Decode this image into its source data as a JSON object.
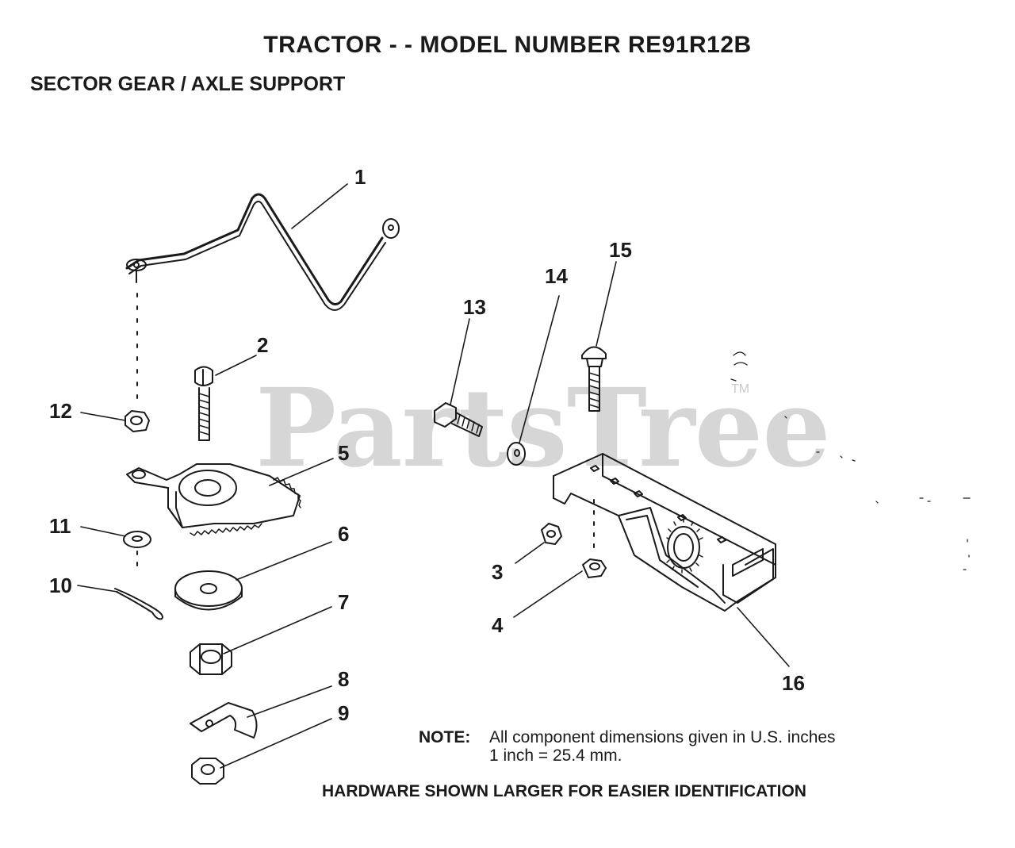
{
  "header": {
    "title": "TRACTOR - - MODEL NUMBER RE91R12B",
    "subtitle": "SECTOR GEAR / AXLE SUPPORT"
  },
  "watermark": {
    "text": "PartsTree",
    "trademark": "TM"
  },
  "callouts": {
    "c1": "1",
    "c2": "2",
    "c3": "3",
    "c4": "4",
    "c5": "5",
    "c6": "6",
    "c7": "7",
    "c8": "8",
    "c9": "9",
    "c10": "10",
    "c11": "11",
    "c12": "12",
    "c13": "13",
    "c14": "14",
    "c15": "15",
    "c16": "16"
  },
  "note": {
    "label": "NOTE:",
    "line1": "All component dimensions given in U.S. inches",
    "line2": "1 inch = 25.4 mm."
  },
  "footer": {
    "hardware": "HARDWARE SHOWN LARGER FOR EASIER IDENTIFICATION"
  },
  "colors": {
    "ink": "#1a1a1a",
    "watermark": "#d6d6d6",
    "background": "#ffffff"
  }
}
